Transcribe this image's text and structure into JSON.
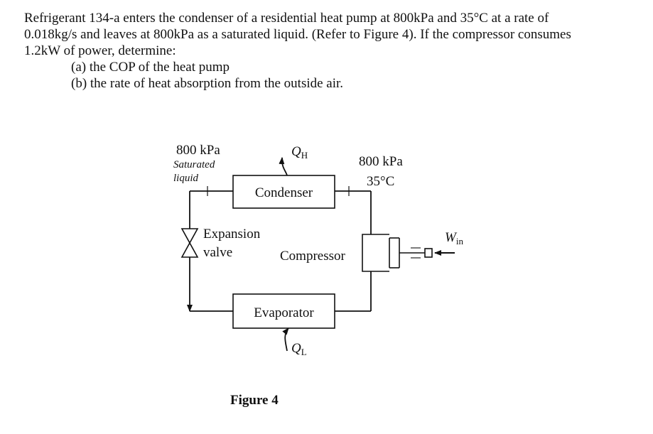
{
  "problem": {
    "line1": "Refrigerant 134-a enters the condenser of a residential heat pump at 800kPa and 35°C at a rate of",
    "line2": "0.018kg/s and leaves at 800kPa as a saturated liquid. (Refer to Figure 4). If the compressor consumes",
    "line3": "1.2kW of power, determine:",
    "part_a": "(a)  the COP of the heat pump",
    "part_b": "(b)  the rate of heat absorption from the outside air."
  },
  "diagram": {
    "left_pressure": "800 kPa",
    "left_state_1": "Saturated",
    "left_state_2": "liquid",
    "qh_symbol": "Q",
    "qh_subscript": "H",
    "right_pressure": "800 kPa",
    "right_temperature": "35°C",
    "condenser": "Condenser",
    "expansion_1": "Expansion",
    "expansion_2": "valve",
    "compressor": "Compressor",
    "win_symbol": "W",
    "win_subscript": "in",
    "evaporator": "Evaporator",
    "ql_symbol": "Q",
    "ql_subscript": "L",
    "figure_caption": "Figure 4"
  }
}
